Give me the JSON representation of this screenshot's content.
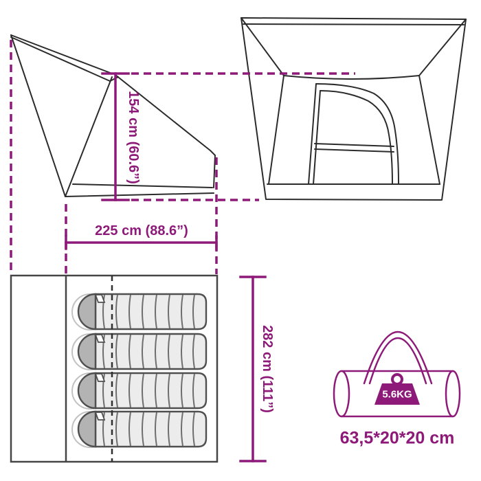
{
  "diagram": {
    "accent_color": "#8D1A78",
    "line_color": "#2B2B2B",
    "measurements": {
      "height": {
        "label": "154 cm (60.6”)",
        "value_cm": 154
      },
      "width": {
        "label": "225 cm (88.6”)",
        "value_cm": 225
      },
      "depth": {
        "label": "282 cm (111”)",
        "value_cm": 282
      }
    },
    "carry_bag": {
      "weight_label": "5.6KG",
      "packed_size_label": "63,5*20*20 cm"
    },
    "floor_plan": {
      "sleeping_bag_count": 4
    }
  }
}
